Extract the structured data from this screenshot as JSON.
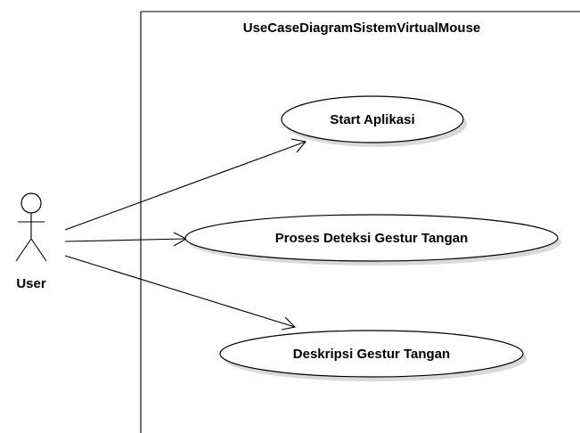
{
  "diagram": {
    "system_title": "UseCaseDiagramSistemVirtualMouse",
    "actor": {
      "label": "User"
    },
    "use_cases": [
      {
        "label": "Start Aplikasi"
      },
      {
        "label": "Proses Deteksi Gestur Tangan"
      },
      {
        "label": "Deskripsi Gestur Tangan"
      }
    ]
  },
  "colors": {
    "stroke": "#000000",
    "fill": "#ffffff",
    "shadow": "#d9d9d9"
  }
}
